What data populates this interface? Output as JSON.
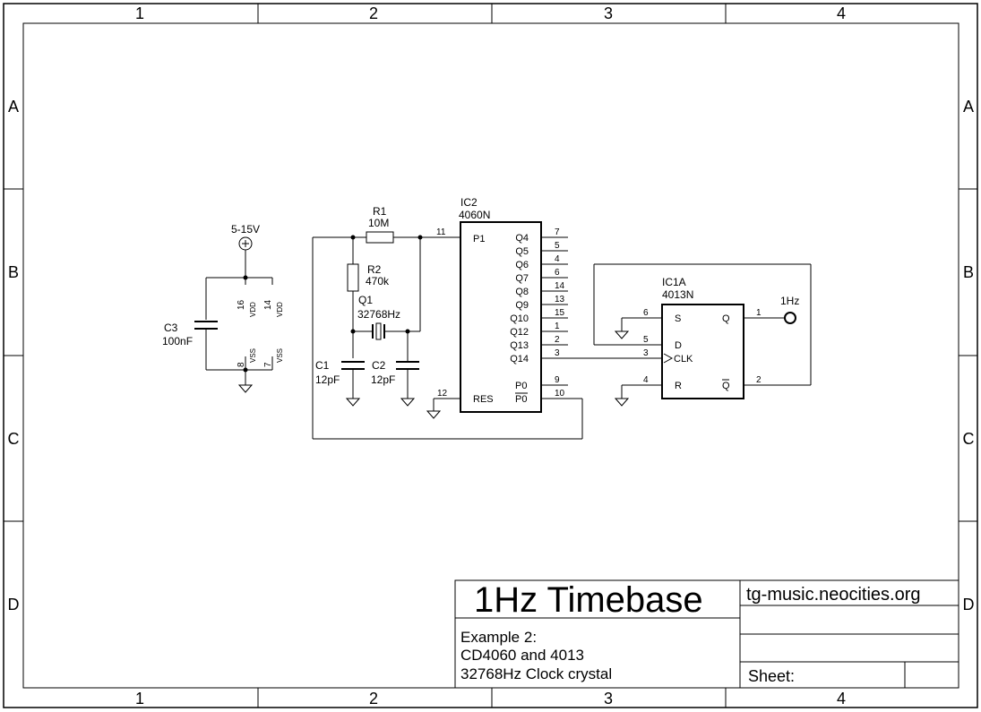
{
  "frame": {
    "col_labels": [
      "1",
      "2",
      "3",
      "4"
    ],
    "row_labels": [
      "A",
      "B",
      "C",
      "D"
    ]
  },
  "title_block": {
    "title": "1Hz Timebase",
    "desc_line1": "Example 2:",
    "desc_line2": "CD4060 and 4013",
    "desc_line3": "32768Hz Clock crystal",
    "website": "tg-music.neocities.org",
    "sheet_label": "Sheet:"
  },
  "power": {
    "supply_label": "5-15V",
    "c3_ref": "C3",
    "c3_value": "100nF",
    "pin_vdd_ic2": "16",
    "pin_vdd_ic1": "14",
    "pin_vss_ic2": "8",
    "pin_vss_ic1": "7",
    "vdd_name": "VDD",
    "vss_name": "VSS"
  },
  "oscillator": {
    "r1_ref": "R1",
    "r1_value": "10M",
    "r2_ref": "R2",
    "r2_value": "470k",
    "q1_ref": "Q1",
    "q1_value": "32768Hz",
    "c1_ref": "C1",
    "c1_value": "12pF",
    "c2_ref": "C2",
    "c2_value": "12pF"
  },
  "ic2": {
    "ref": "IC2",
    "part": "4060N",
    "p1_name": "P1",
    "p1_num": "11",
    "res_name": "RES",
    "res_num": "12",
    "outputs": [
      {
        "name": "Q4",
        "num": "7"
      },
      {
        "name": "Q5",
        "num": "5"
      },
      {
        "name": "Q6",
        "num": "4"
      },
      {
        "name": "Q7",
        "num": "6"
      },
      {
        "name": "Q8",
        "num": "14"
      },
      {
        "name": "Q9",
        "num": "13"
      },
      {
        "name": "Q10",
        "num": "15"
      },
      {
        "name": "Q12",
        "num": "1"
      },
      {
        "name": "Q13",
        "num": "2"
      },
      {
        "name": "Q14",
        "num": "3"
      }
    ],
    "p0_name": "P0",
    "p0_num": "9",
    "p0bar_name": "P0",
    "p0bar_num": "10"
  },
  "ic1a": {
    "ref": "IC1A",
    "part": "4013N",
    "s_name": "S",
    "s_num": "6",
    "d_name": "D",
    "d_num": "5",
    "clk_name": "CLK",
    "clk_num": "3",
    "r_name": "R",
    "r_num": "4",
    "q_name": "Q",
    "q_num": "1",
    "qbar_name": "Q",
    "qbar_num": "2",
    "output_label": "1Hz"
  }
}
